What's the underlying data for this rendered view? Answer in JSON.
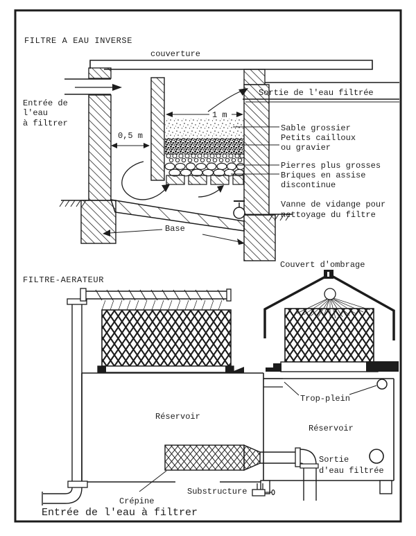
{
  "colors": {
    "ink": "#1c1c1c",
    "paper": "#ffffff"
  },
  "inverse_filter": {
    "title": "FILTRE A EAU INVERSE",
    "cover": "couverture",
    "inlet": [
      "Entrée de",
      "l'eau",
      "à filtrer"
    ],
    "dim_channel": "0,5 m",
    "dim_chamber": "1 m",
    "outlet": "Sortie de l'eau filtrée",
    "layers": [
      "Sable grossier",
      "Petits cailloux",
      "ou gravier",
      "Pierres plus grosses",
      "Briques en assise",
      "discontinue"
    ],
    "valve": [
      "Vanne de vidange pour",
      "nettoyage du filtre"
    ],
    "base": "Base"
  },
  "aerator_filter": {
    "title": "FILTRE-AERATEUR",
    "shade_cover": "Couvert d'ombrage",
    "overflow": "Trop-plein",
    "reservoir_left": "Réservoir",
    "reservoir_right": "Réservoir",
    "outlet": [
      "Sortie",
      "d'eau filtrée"
    ],
    "substructure": "Substructure",
    "strainer": "Crépine",
    "inlet": "Entrée de l'eau à filtrer"
  }
}
